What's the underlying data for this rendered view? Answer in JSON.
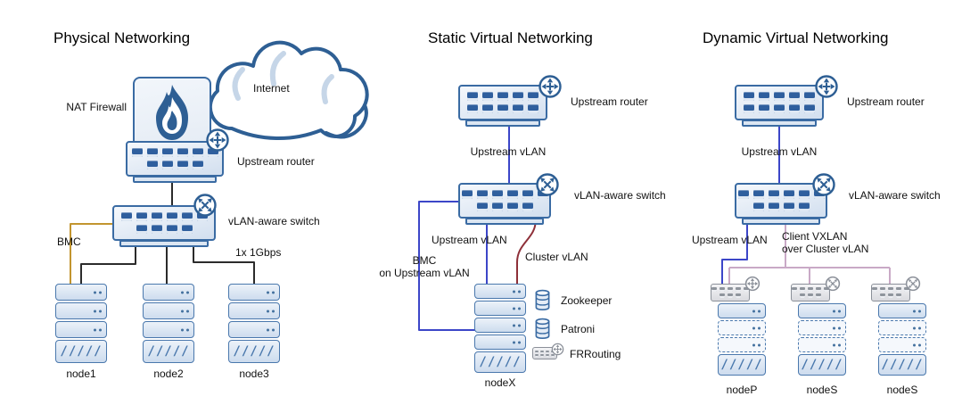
{
  "colors": {
    "diagram_blue": "#2e5f94",
    "box_border": "#3a6ba3",
    "link_blue": "#3c46c8",
    "bmc_orange": "#c2952f",
    "cluster_red": "#8e3039",
    "vxlan_pink": "#c9a9c6",
    "wire_black": "#2b2b2b",
    "grey_icon": "#8b9099"
  },
  "physical": {
    "title": "Physical Networking",
    "internet_label": "Internet",
    "nat_firewall_label": "NAT Firewall",
    "upstream_router_label": "Upstream router",
    "vlan_switch_label": "vLAN-aware switch",
    "bmc_label": "BMC",
    "gbps_label": "1x 1Gbps",
    "nodes": [
      {
        "name": "node1"
      },
      {
        "name": "node2"
      },
      {
        "name": "node3"
      }
    ]
  },
  "static_virtual": {
    "title": "Static Virtual Networking",
    "upstream_router_label": "Upstream router",
    "upstream_vlan_link_label": "Upstream vLAN",
    "vlan_switch_label": "vLAN-aware switch",
    "upstream_vlan_label": "Upstream vLAN",
    "bmc_label": "BMC\non Upstream vLAN",
    "cluster_vlan_label": "Cluster vLAN",
    "node_label": "nodeX",
    "services": [
      {
        "name": "Zookeeper"
      },
      {
        "name": "Patroni"
      },
      {
        "name": "FRRouting"
      }
    ]
  },
  "dynamic_virtual": {
    "title": "Dynamic Virtual Networking",
    "upstream_router_label": "Upstream router",
    "upstream_vlan_link_label": "Upstream vLAN",
    "vlan_switch_label": "vLAN-aware switch",
    "upstream_vlan_label": "Upstream vLAN",
    "client_vxlan_label": "Client VXLAN\nover Cluster vLAN",
    "nodes": [
      {
        "name": "nodeP"
      },
      {
        "name": "nodeS"
      },
      {
        "name": "nodeS"
      }
    ]
  },
  "decor": {
    "hatch": "/////"
  }
}
